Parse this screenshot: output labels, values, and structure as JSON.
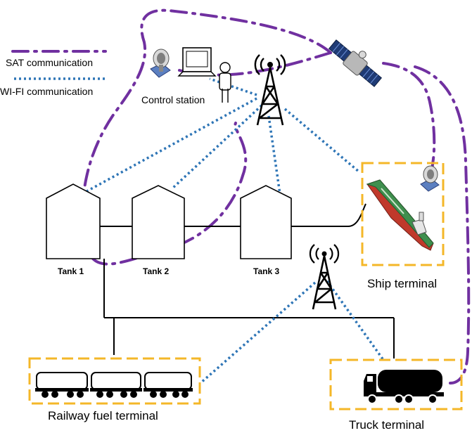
{
  "legend": {
    "sat_label": "SAT communication",
    "wifi_label": "WI-FI communication"
  },
  "nodes": {
    "control_station": "Control station",
    "tank1": "Tank 1",
    "tank2": "Tank 2",
    "tank3": "Tank 3",
    "ship_terminal": "Ship terminal",
    "railway_terminal": "Railway fuel terminal",
    "truck_terminal": "Truck terminal"
  },
  "colors": {
    "sat_link": "#7030a0",
    "wifi_link": "#2e75b6",
    "terminal_frame": "#f4b728",
    "ship_hull": "#c0392b",
    "ship_deck": "#3f8f4e"
  },
  "icons": [
    "satellite-icon",
    "satellite-dish-icon",
    "computer-icon",
    "operator-icon",
    "radio-tower-icon",
    "oil-tanker-icon",
    "rail-tank-car-icon",
    "tank-truck-icon"
  ]
}
